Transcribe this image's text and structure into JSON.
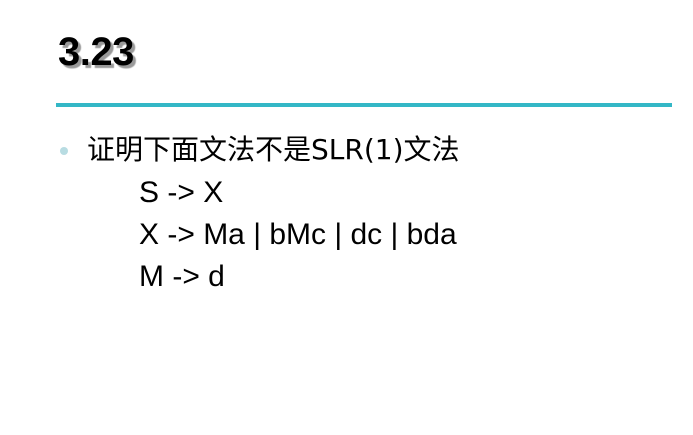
{
  "slide": {
    "title": "3.23",
    "bullet_text": "证明下面文法不是SLR(1)文法",
    "grammar": [
      "S -> X",
      "X -> Ma | bMc | dc | bda",
      "M -> d"
    ],
    "colors": {
      "rule": "#33b7c6",
      "bullet": "#b8dce2",
      "title_shadow": "#9a9a9a"
    }
  }
}
